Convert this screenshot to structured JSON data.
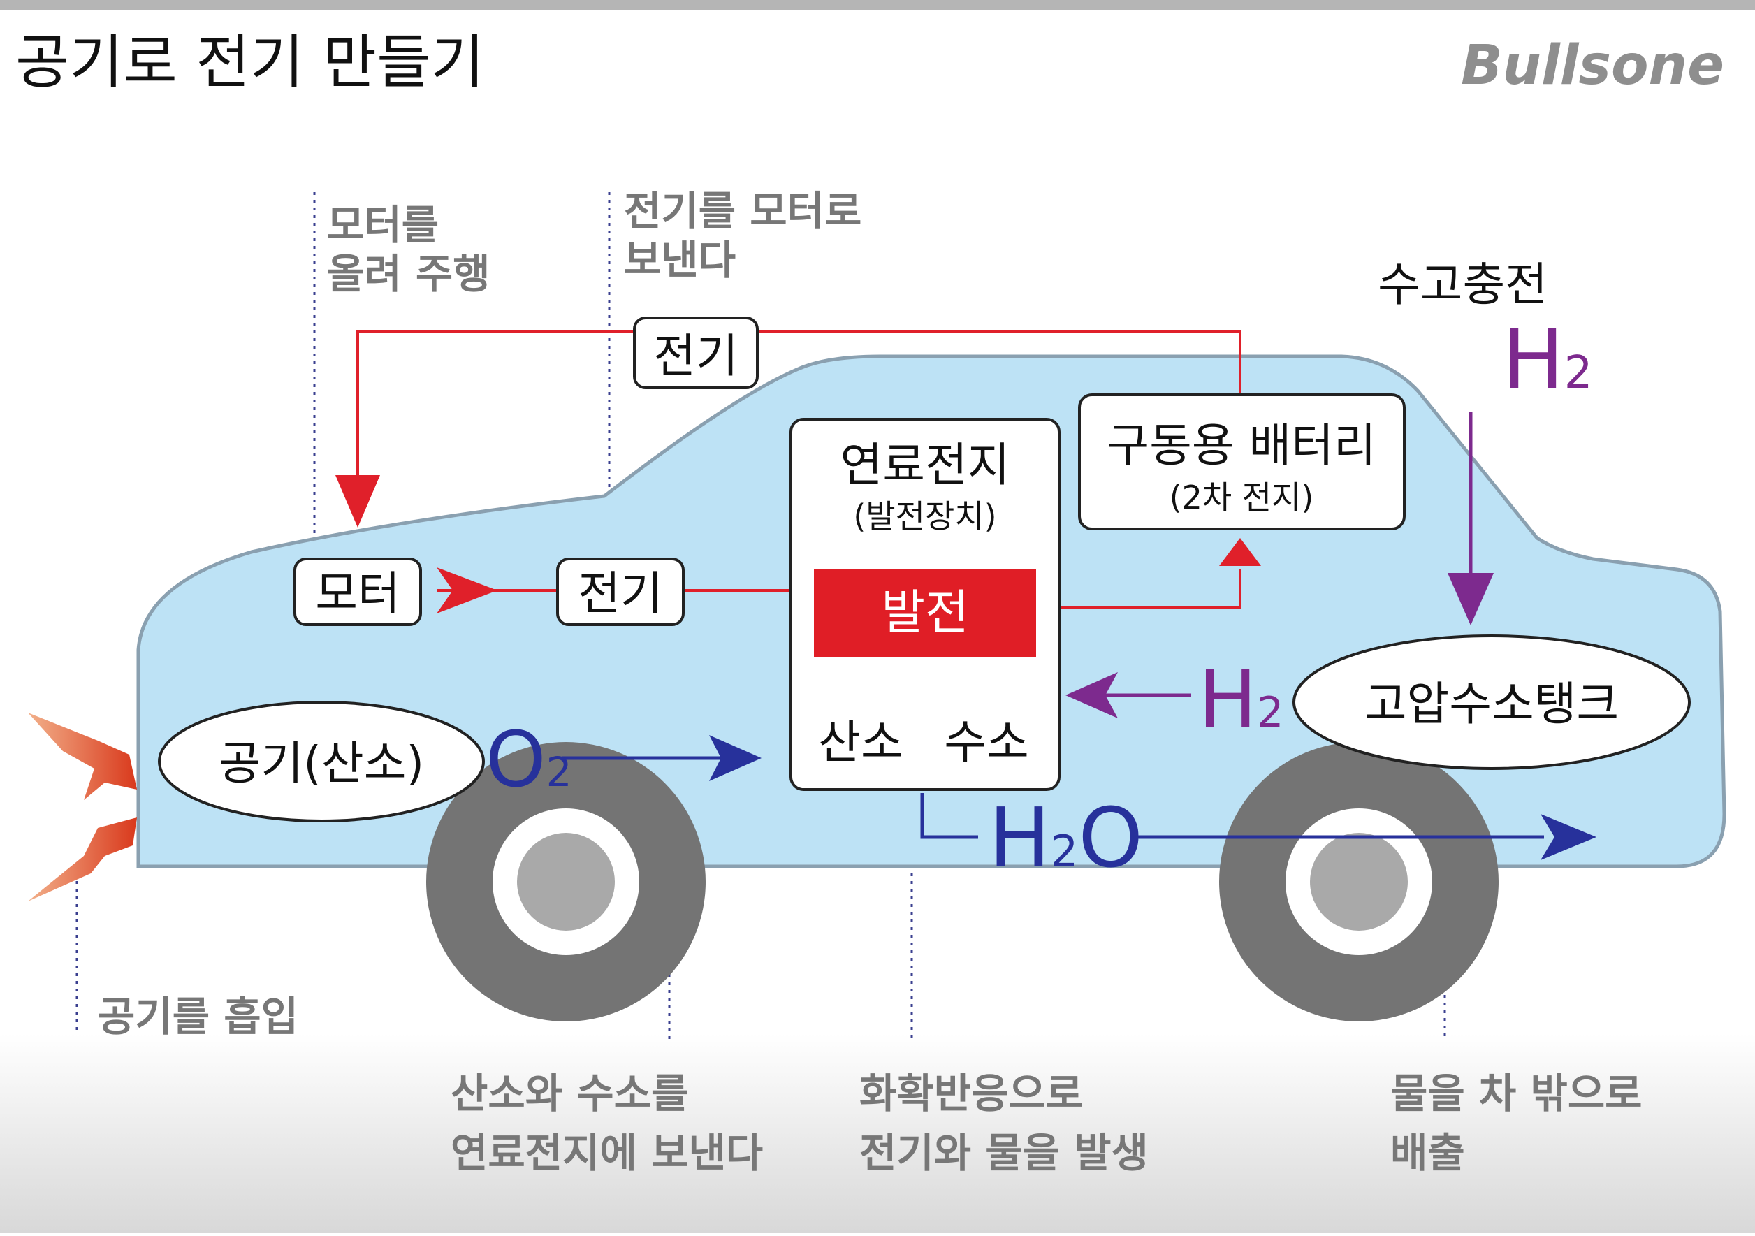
{
  "header": {
    "title": "공기로 전기 만들기",
    "brand": "Bullsone"
  },
  "captions": {
    "motor_drive": [
      "모터를",
      "올려 주행"
    ],
    "send_to_motor": [
      "전기를 모터로",
      "보낸다"
    ],
    "hydrogen_charge": "수고충전",
    "air_intake": "공기를 흡입",
    "send_to_cell": [
      "산소와 수소를",
      "연료전지에 보낸다"
    ],
    "chemical_reaction": [
      "화확반응으로",
      "전기와 물을 발생"
    ],
    "water_out": [
      "물을 차 밖으로",
      "배출"
    ]
  },
  "components": {
    "fuel_cell": {
      "title": "연료전지",
      "subtitle": "(발전장치)",
      "generate_label": "발전",
      "oxygen_label": "산소",
      "hydrogen_label": "수소"
    },
    "battery": {
      "title": "구동용 배터리",
      "subtitle": "(2차 전지)"
    },
    "tank": "고압수소탱크",
    "motor": "모터",
    "air": "공기(산소)",
    "electricity_top": "전기",
    "electricity_mid": "전기"
  },
  "chemistry": {
    "h2_top": {
      "main": "H",
      "sub": "2"
    },
    "h2_mid": {
      "main": "H",
      "sub": "2"
    },
    "o2": {
      "main": "O",
      "sub": "2"
    },
    "h2o": {
      "pre": "H",
      "sub": "2",
      "post": "O"
    }
  },
  "colors": {
    "car_body": "#bde2f5",
    "car_outline": "#8aa0b0",
    "electric_line": "#e0202a",
    "flow_blue": "#27319b",
    "hydrogen_purple": "#7d2a8e",
    "wheel": "#747474",
    "caption_gray": "#777777"
  }
}
